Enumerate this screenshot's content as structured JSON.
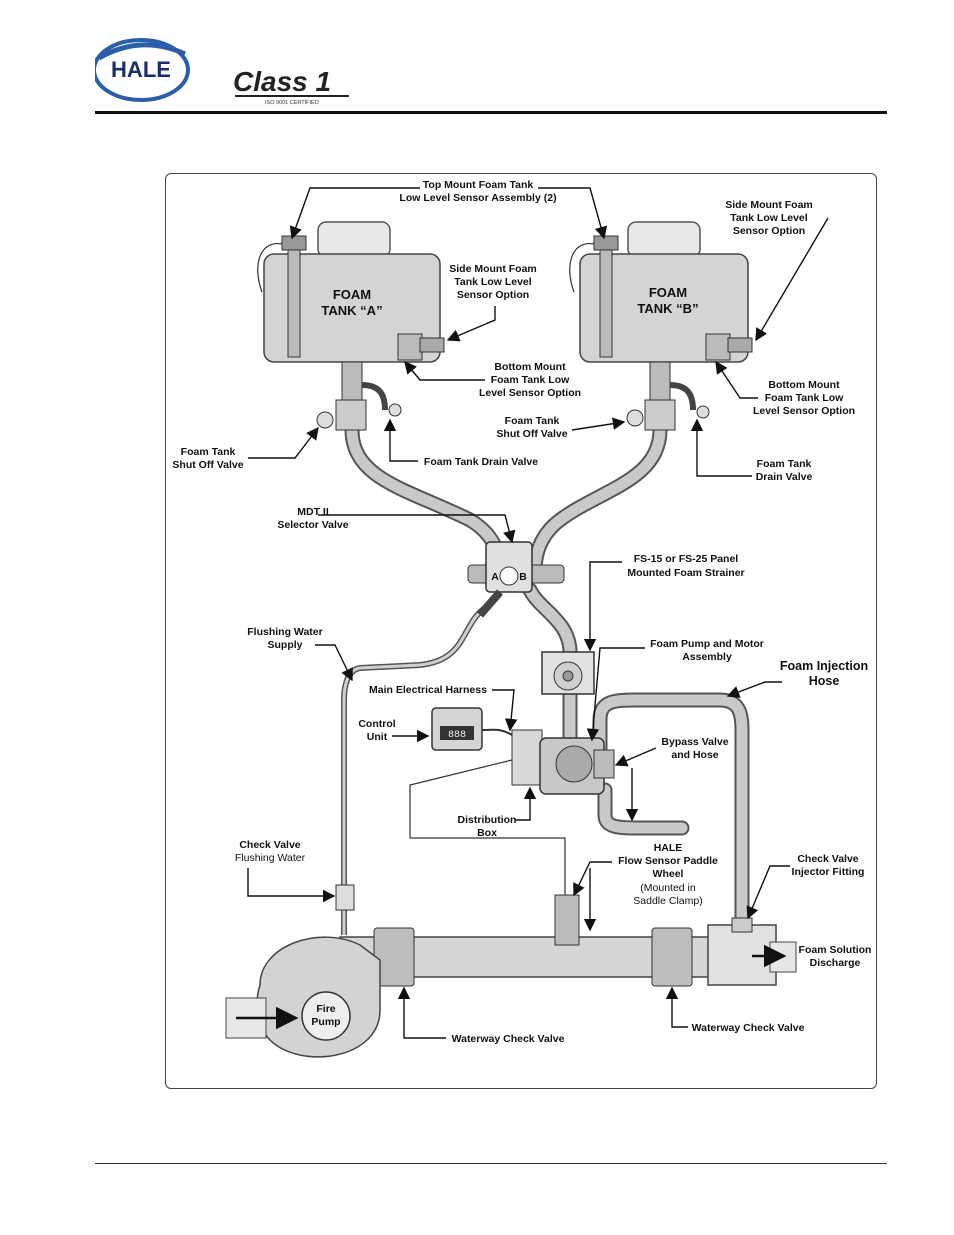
{
  "header": {
    "logo_hale": "HALE",
    "logo_class1": "Class 1",
    "class1_tagline": "ISO 9001 CERTIFIED"
  },
  "diagram": {
    "tank_a": {
      "line1": "FOAM",
      "line2": "TANK “A”"
    },
    "tank_b": {
      "line1": "FOAM",
      "line2": "TANK “B”"
    },
    "selector_face": {
      "a": "A",
      "b": "B"
    },
    "control_display": "888",
    "pump_inner": "Fire\nPump",
    "labels": {
      "top_mount_sensor": [
        "Top Mount Foam Tank",
        "Low Level Sensor Assembly (2)"
      ],
      "side_mount_sensor_a": [
        "Side Mount Foam",
        "Tank Low Level",
        "Sensor Option"
      ],
      "side_mount_sensor_b": [
        "Side Mount Foam",
        "Tank Low Level",
        "Sensor Option"
      ],
      "bottom_mount_sensor_a": [
        "Bottom Mount",
        "Foam Tank Low",
        "Level Sensor Option"
      ],
      "bottom_mount_sensor_b": [
        "Bottom Mount",
        "Foam Tank Low",
        "Level Sensor Option"
      ],
      "shutoff_valve_a": [
        "Foam Tank",
        "Shut Off Valve"
      ],
      "shutoff_valve_b": [
        "Foam Tank",
        "Shut Off Valve"
      ],
      "drain_valve_a": [
        "Foam Tank Drain Valve"
      ],
      "drain_valve_b": [
        "Foam Tank",
        "Drain Valve"
      ],
      "mdt_selector": [
        "MDT II",
        "Selector Valve"
      ],
      "strainer": [
        "FS-15 or FS-25 Panel",
        "Mounted Foam Strainer"
      ],
      "flushing_supply": [
        "Flushing Water",
        "Supply"
      ],
      "pump_motor": [
        "Foam Pump and Motor",
        "Assembly"
      ],
      "injection_hose": [
        "Foam Injection",
        "Hose"
      ],
      "main_harness": [
        "Main Electrical Harness"
      ],
      "control_unit": [
        "Control",
        "Unit"
      ],
      "bypass_valve": [
        "Bypass Valve",
        "and Hose"
      ],
      "distribution_box": [
        "Distribution",
        "Box"
      ],
      "flow_sensor": [
        "HALE",
        "Flow Sensor Paddle",
        "Wheel"
      ],
      "flow_sensor_note": [
        "(Mounted in",
        "Saddle Clamp)"
      ],
      "check_valve_flush_title": "Check Valve",
      "check_valve_flush_sub": "Flushing Water",
      "check_valve_injector": [
        "Check Valve",
        "Injector Fitting"
      ],
      "foam_solution": [
        "Foam Solution",
        "Discharge"
      ],
      "fire_pump": [
        "Fire",
        "Pump"
      ],
      "waterway_check_left": [
        "Waterway Check Valve"
      ],
      "waterway_check_right": [
        "Waterway Check Valve"
      ]
    }
  }
}
